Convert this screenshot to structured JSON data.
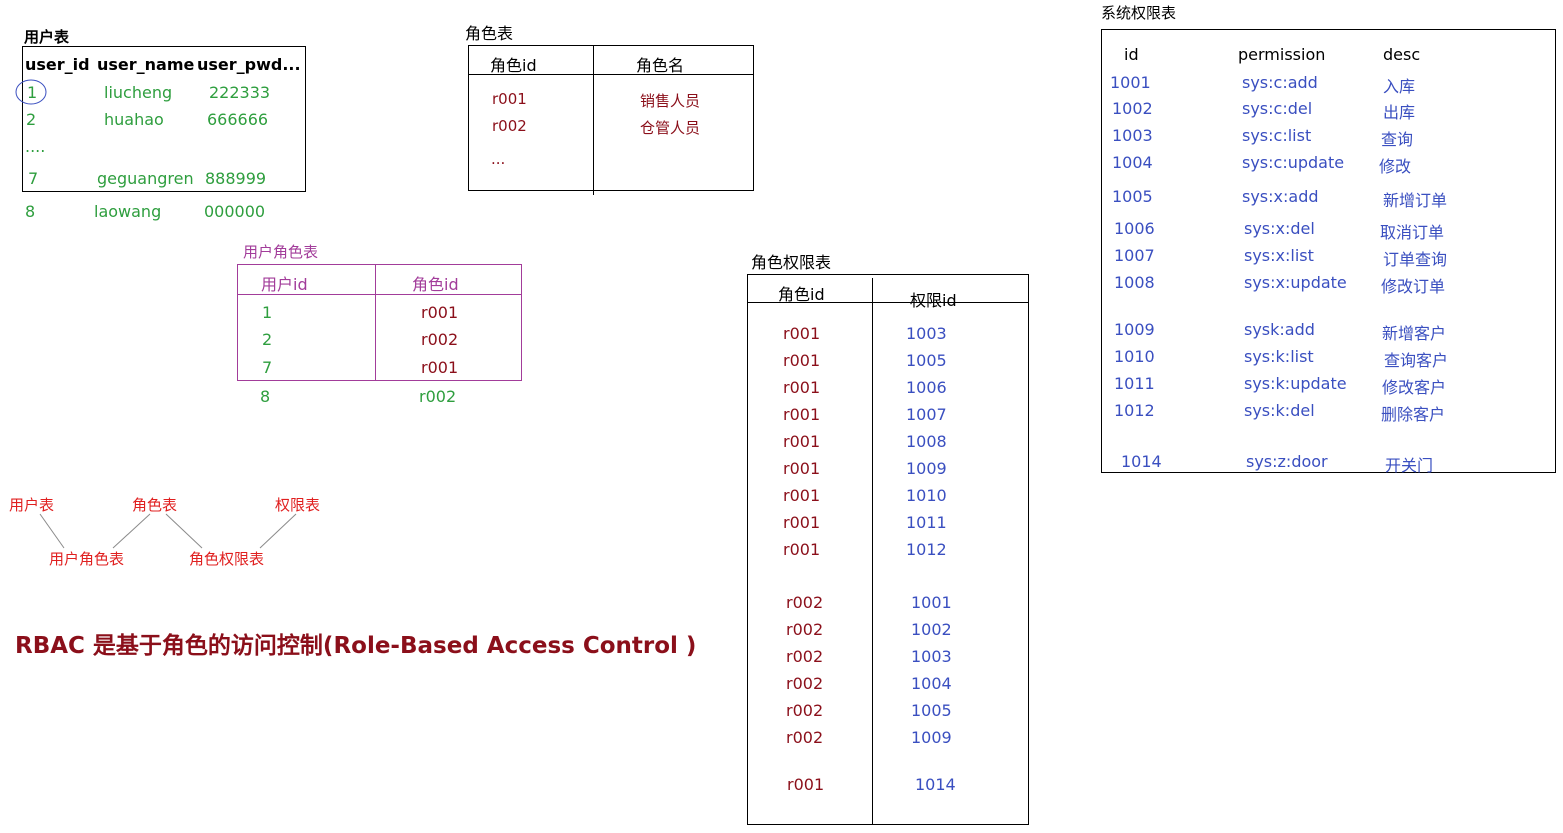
{
  "user_table": {
    "title": "用户表",
    "headers": [
      "user_id",
      "user_name",
      "user_pwd..."
    ],
    "rows": [
      [
        "1",
        "liucheng",
        "222333"
      ],
      [
        "2",
        "huahao",
        "666666"
      ],
      [
        "....",
        "",
        ""
      ],
      [
        "7",
        "geguangren",
        "888999"
      ]
    ],
    "extra_row": [
      "8",
      "laowang",
      "000000"
    ]
  },
  "role_table": {
    "title": "角色表",
    "headers": [
      "角色id",
      "角色名"
    ],
    "rows": [
      [
        "r001",
        "销售人员"
      ],
      [
        "r002",
        "仓管人员"
      ],
      [
        "...",
        ""
      ]
    ]
  },
  "user_role_table": {
    "title": "用户角色表",
    "headers": [
      "用户id",
      "角色id"
    ],
    "rows": [
      [
        "1",
        "r001"
      ],
      [
        "2",
        "r002"
      ],
      [
        "7",
        "r001"
      ]
    ],
    "extra_row": [
      "8",
      "r002"
    ]
  },
  "role_perm_table": {
    "title": "角色权限表",
    "headers": [
      "角色id",
      "权限id"
    ],
    "rows": [
      [
        "r001",
        "1003"
      ],
      [
        "r001",
        "1005"
      ],
      [
        "r001",
        "1006"
      ],
      [
        "r001",
        "1007"
      ],
      [
        "r001",
        "1008"
      ],
      [
        "r001",
        "1009"
      ],
      [
        "r001",
        "1010"
      ],
      [
        "r001",
        "1011"
      ],
      [
        "r001",
        "1012"
      ],
      [
        "r002",
        "1001"
      ],
      [
        "r002",
        "1002"
      ],
      [
        "r002",
        "1003"
      ],
      [
        "r002",
        "1004"
      ],
      [
        "r002",
        "1005"
      ],
      [
        "r002",
        "1009"
      ],
      [
        "r001",
        "1014"
      ]
    ]
  },
  "sys_perm_table": {
    "title": "系统权限表",
    "headers": [
      "id",
      "permission",
      "desc"
    ],
    "rows": [
      [
        "1001",
        "sys:c:add",
        "入库"
      ],
      [
        "1002",
        "sys:c:del",
        "出库"
      ],
      [
        "1003",
        "sys:c:list",
        "查询"
      ],
      [
        "1004",
        "sys:c:update",
        "修改"
      ],
      [
        "1005",
        "sys:x:add",
        "新增订单"
      ],
      [
        "1006",
        "sys:x:del",
        "取消订单"
      ],
      [
        "1007",
        "sys:x:list",
        "订单查询"
      ],
      [
        "1008",
        "sys:x:update",
        "修改订单"
      ],
      [
        "1009",
        "sysk:add",
        "新增客户"
      ],
      [
        "1010",
        "sys:k:list",
        "查询客户"
      ],
      [
        "1011",
        "sys:k:update",
        "修改客户"
      ],
      [
        "1012",
        "sys:k:del",
        "删除客户"
      ],
      [
        "1014",
        "sys:z:door",
        "开关门"
      ]
    ]
  },
  "relation": {
    "top": [
      "用户表",
      "角色表",
      "权限表"
    ],
    "bottom": [
      "用户角色表",
      "角色权限表"
    ]
  },
  "caption": "RBAC  是基于角色的访问控制(Role-Based Access Control )",
  "colors": {
    "green": "#2e9e3e",
    "dark_red": "#8b0f1a",
    "blue": "#3a4fc0",
    "purple": "#a23c9a",
    "red": "#e02020"
  }
}
